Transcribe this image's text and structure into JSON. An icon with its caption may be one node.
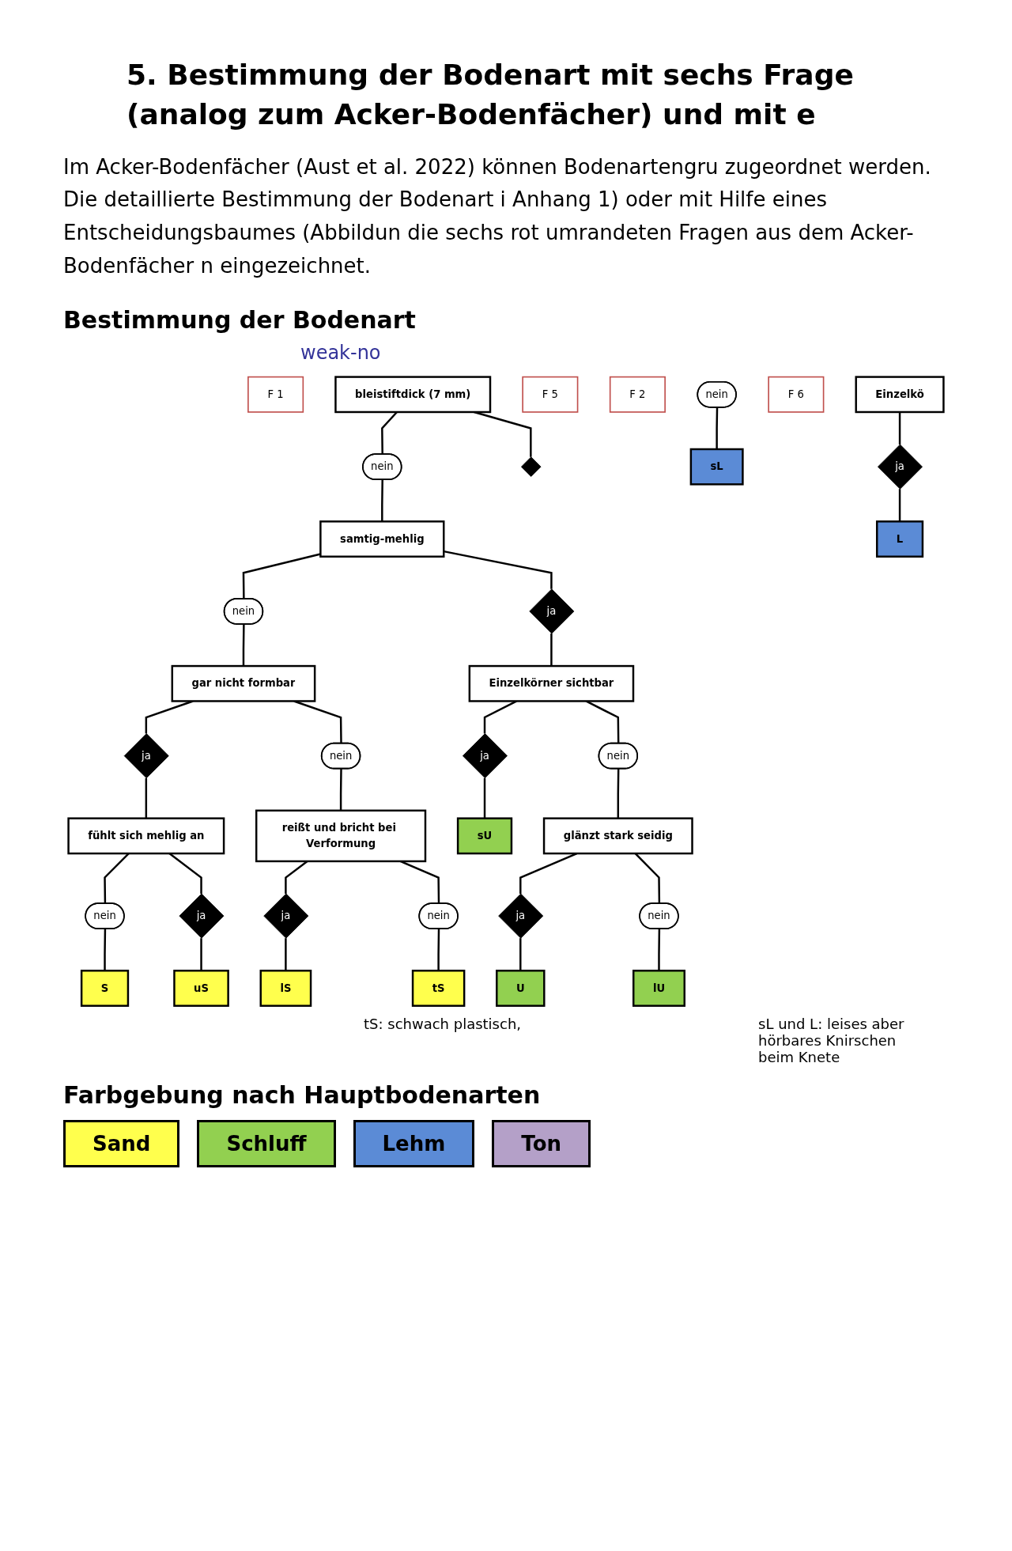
{
  "diagram": {
    "title": "5. Bestimmung der Bodenart mit sechs Frage (analog zum Acker-Bodenfächer) und mit e",
    "nodes": [
      {
        "text": [
          "F 1"
        ]
      },
      {
        "text": [
          "bleistiftdick (7 mm)"
        ]
      },
      {
        "text": [
          "nein"
        ]
      },
      {
        "text": [],
        "shape": "diamond"
      },
      {
        "text": [
          "F 5"
        ]
      },
      {
        "text": [
          "samtig-mehlig"
        ]
      },
      {
        "text": [
          "F 2"
        ]
      },
      {
        "text": [
          "nein"
        ]
      },
      {
        "text": [
          "ja"
        ]
      },
      {
        "text": [
          "nein"
        ]
      },
      {
        "text": [
          "F 6"
        ]
      },
      {
        "text": [
          "gar nicht formbar"
        ]
      },
      {
        "text": [
          "Einzelkörner sichtbar"
        ]
      },
      {
        "text": [
          "sL"
        ]
      },
      {
        "text": [
          "ja"
        ]
      },
      {
        "text": [
          "nein"
        ]
      },
      {
        "text": [
          "ja"
        ]
      },
      {
        "text": [
          "nein"
        ]
      },
      {
        "text": [
          "fühlt sich mehlig an"
        ]
      },
      {
        "text": [
          "reißt und bricht bei Verformung"
        ]
      },
      {
        "text": [
          "sU"
        ]
      },
      {
        "text": [
          "glänzt stark seidig"
        ]
      },
      {
        "text": [
          "Einzelkö"
        ]
      },
      {
        "text": [
          "nein"
        ]
      },
      {
        "text": [
          "ja"
        ]
      },
      {
        "text": [
          "ja"
        ]
      },
      {
        "text": [
          "nein"
        ]
      },
      {
        "text": [
          "ja"
        ]
      },
      {
        "text": [
          "nein"
        ]
      },
      {
        "text": [
          "ja"
        ]
      },
      {
        "text": [
          "S"
        ]
      },
      {
        "text": [
          "uS"
        ]
      },
      {
        "text": [
          "lS"
        ]
      },
      {
        "text": [
          "tS"
        ]
      },
      {
        "text": [
          "U"
        ]
      },
      {
        "text": [
          "lU"
        ]
      },
      {
        "text": [
          "L"
        ]
      }
    ],
    "edges": [
      {
        "from": 1,
        "to": 2,
        "arrow": "none"
      },
      {
        "from": 1,
        "to": 3,
        "arrow": "none"
      },
      {
        "from": 2,
        "to": 5,
        "arrow": "none"
      },
      {
        "from": 5,
        "to": 7,
        "arrow": "none"
      },
      {
        "from": 5,
        "to": 8,
        "arrow": "none"
      },
      {
        "from": 7,
        "to": 11,
        "arrow": "none"
      },
      {
        "from": 8,
        "to": 12,
        "arrow": "none"
      },
      {
        "from": 9,
        "to": 13,
        "arrow": "none"
      },
      {
        "from": 11,
        "to": 14,
        "arrow": "none"
      },
      {
        "from": 11,
        "to": 15,
        "arrow": "none"
      },
      {
        "from": 14,
        "to": 18,
        "arrow": "none"
      },
      {
        "from": 15,
        "to": 19,
        "arrow": "none"
      },
      {
        "from": 12,
        "to": 16,
        "arrow": "none"
      },
      {
        "from": 12,
        "to": 17,
        "arrow": "none"
      },
      {
        "from": 16,
        "to": 20,
        "arrow": "none"
      },
      {
        "from": 17,
        "to": 21,
        "arrow": "none"
      },
      {
        "from": 18,
        "to": 23,
        "arrow": "none"
      },
      {
        "from": 18,
        "to": 24,
        "arrow": "none"
      },
      {
        "from": 23,
        "to": 30,
        "arrow": "none"
      },
      {
        "from": 24,
        "to": 31,
        "arrow": "none"
      },
      {
        "from": 19,
        "to": 25,
        "arrow": "none"
      },
      {
        "from": 19,
        "to": 26,
        "arrow": "none"
      },
      {
        "from": 25,
        "to": 32,
        "arrow": "none"
      },
      {
        "from": 26,
        "to": 33,
        "arrow": "none"
      },
      {
        "from": 21,
        "to": 27,
        "arrow": "none"
      },
      {
        "from": 21,
        "to": 28,
        "arrow": "none"
      },
      {
        "from": 27,
        "to": 34,
        "arrow": "none"
      },
      {
        "from": 28,
        "to": 35,
        "arrow": "none"
      },
      {
        "from": 22,
        "to": 29,
        "arrow": "none"
      },
      {
        "from": 29,
        "to": 36,
        "arrow": "none"
      }
    ],
    "labels": [
      "Im Acker-Bodenfächer (Aust et al. 2022) können Bodenartengru zugeordnet werden. Die detaillierte Bestimmung der Bodenart i Anhang 1) oder mit Hilfe eines Entscheidungsbaumes (Abbildun die sechs rot umrandeten Fragen aus dem Acker-Bodenfächer n eingezeichnet.",
      "Bestimmung der Bodenart",
      "weak-no",
      "tS: schwach plastisch,",
      "sL und L: leises aber hörbares Knirschen beim Knete",
      "Farbgebung nach Hauptbodenarten"
    ],
    "legend": [
      {
        "text": "Sand",
        "color": "#ffff4d"
      },
      {
        "text": "Schluff",
        "color": "#92d050"
      },
      {
        "text": "Lehm",
        "color": "#5b8bd6"
      },
      {
        "text": "Ton",
        "color": "#b4a0c8"
      }
    ]
  }
}
